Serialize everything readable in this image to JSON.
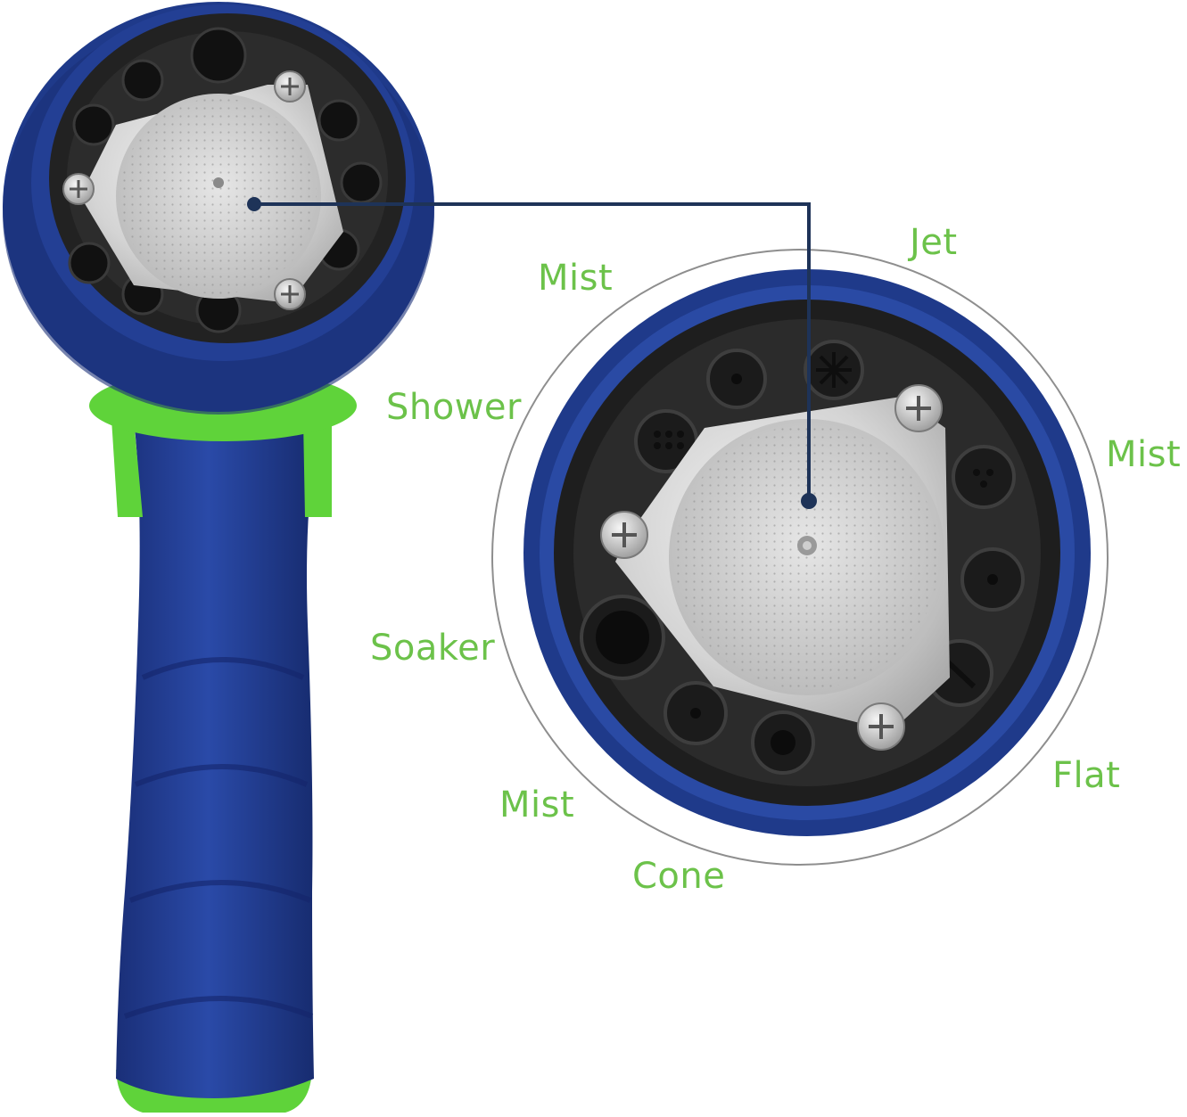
{
  "colors": {
    "label_green": "#6cc24a",
    "nozzle_blue": "#1f3a8a",
    "grip_green": "#5fd33a",
    "callout_navy": "#1e3358",
    "face_black": "#1e1e1e",
    "metal_silver": "#c9c9c9"
  },
  "spray_patterns": {
    "jet": "Jet",
    "mist_top": "Mist",
    "mist_right": "Mist",
    "shower": "Shower",
    "soaker": "Soaker",
    "flat": "Flat",
    "mist_bottom": "Mist",
    "cone": "Cone"
  },
  "icons": [
    "screw-icon",
    "spray-hole-icon",
    "shower-plate-icon"
  ]
}
